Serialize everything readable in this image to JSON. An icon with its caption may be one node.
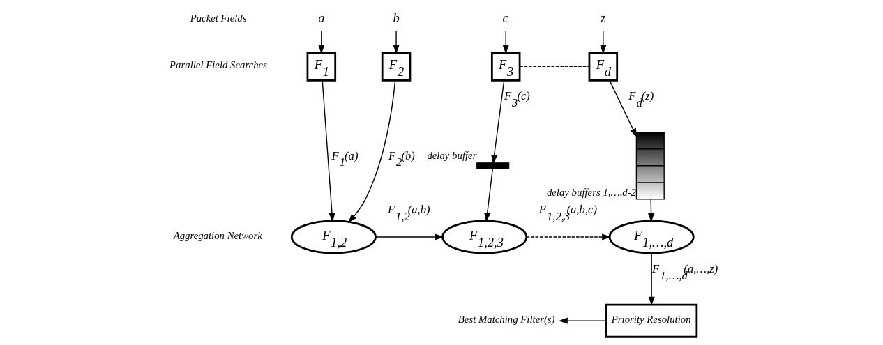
{
  "diagram": {
    "nodes": [
      {
        "text": [
          "a"
        ]
      },
      {
        "text": [
          "b"
        ]
      },
      {
        "text": [
          "c"
        ]
      },
      {
        "text": [
          "z"
        ]
      },
      {
        "text": [
          "F$_{1}$"
        ]
      },
      {
        "text": [
          "F$_{2}$"
        ]
      },
      {
        "text": [
          "F$_{3}$"
        ]
      },
      {
        "text": [
          "F$_{d}$"
        ]
      },
      {
        "text": [],
        "shape": "bar",
        "beside": [
          "delay buffer"
        ]
      },
      {
        "text": [],
        "shape": "box",
        "beside": [
          "delay buffers 1,…,d-2"
        ]
      },
      {
        "text": [
          "F$_{1,2}$"
        ]
      },
      {
        "text": [
          "F$_{1,2,3}$"
        ]
      },
      {
        "text": [
          "F$_{1,…,d}$"
        ]
      },
      {
        "text": [
          "Priority Resolution"
        ]
      },
      {
        "text": [
          "Best Matching Filter(s)"
        ]
      }
    ],
    "edges": [
      {
        "from": 0,
        "to": 4,
        "arrow": "to"
      },
      {
        "from": 1,
        "to": 5,
        "arrow": "to"
      },
      {
        "from": 2,
        "to": 6,
        "arrow": "to"
      },
      {
        "from": 3,
        "to": 7,
        "arrow": "to"
      },
      {
        "from": 6,
        "to": 7,
        "arrow": "none",
        "style": "dashed"
      },
      {
        "from": 4,
        "to": 10,
        "arrow": "to",
        "label": "F$_{1}$(a)"
      },
      {
        "from": 5,
        "to": 10,
        "arrow": "to",
        "label": "F$_{2}$(b)"
      },
      {
        "from": 6,
        "to": 8,
        "arrow": "to",
        "label": "F$_{3}$(c)"
      },
      {
        "from": 8,
        "to": 11,
        "arrow": "to"
      },
      {
        "from": 7,
        "to": 9,
        "arrow": "to",
        "label": "F$_{d}$(z)"
      },
      {
        "from": 9,
        "to": 12,
        "arrow": "to"
      },
      {
        "from": 10,
        "to": 11,
        "arrow": "to",
        "label": "F$_{1,2}$(a,b)"
      },
      {
        "from": 11,
        "to": 12,
        "arrow": "to",
        "style": "dashed",
        "label": "F$_{1,2,3}$(a,b,c)"
      },
      {
        "from": 12,
        "to": 13,
        "arrow": "to",
        "label": "F$_{1,…,d}$(a,…,z)"
      },
      {
        "from": 13,
        "to": 14,
        "arrow": "to"
      }
    ],
    "labels": [
      "Packet Fields",
      "Parallel Field Searches",
      "Aggregation Network"
    ]
  }
}
